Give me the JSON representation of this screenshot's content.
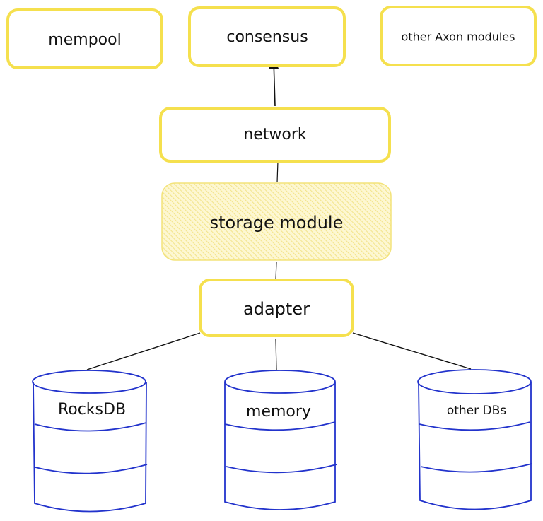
{
  "diagram": {
    "colors": {
      "box_stroke": "#f5e04e",
      "hatch": "#f3e58a",
      "db_stroke": "#2233cc",
      "connector": "#111111"
    },
    "boxes": {
      "mempool": "mempool",
      "consensus": "consensus",
      "other_modules": "other Axon modules",
      "network": "network",
      "storage": "storage module",
      "adapter": "adapter"
    },
    "databases": {
      "rocksdb": "RocksDB",
      "memory": "memory",
      "other_dbs": "other DBs"
    },
    "edges": [
      {
        "from": "network",
        "to": "consensus",
        "arrow": true
      },
      {
        "from": "storage module",
        "to": "network",
        "arrow": false
      },
      {
        "from": "adapter",
        "to": "storage module",
        "arrow": false
      },
      {
        "from": "adapter",
        "to": "RocksDB",
        "arrow": false
      },
      {
        "from": "adapter",
        "to": "memory",
        "arrow": false
      },
      {
        "from": "adapter",
        "to": "other DBs",
        "arrow": false
      }
    ]
  }
}
